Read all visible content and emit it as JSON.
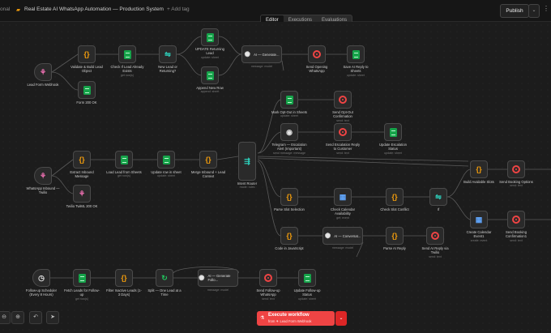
{
  "header": {
    "crumb_left": "onal",
    "project_icon": "folder-icon",
    "title": "Real Estate AI WhatsApp Automation — Production System",
    "add_tag": "+ Add tag",
    "tabs": [
      "Editor",
      "Executions",
      "Evaluations"
    ],
    "publish": "Publish"
  },
  "nodes": [
    {
      "id": "n1",
      "icon": "pink",
      "label": "Lead Form Webhook",
      "sub": ""
    },
    {
      "id": "n2",
      "icon": "braces",
      "label": "Validate & Build Lead Object",
      "sub": ""
    },
    {
      "id": "n3",
      "icon": "sheet",
      "label": "Check If Lead Already Exists",
      "sub": "get row(s)"
    },
    {
      "id": "n4",
      "icon": "switch",
      "label": "New Lead or Returning?",
      "sub": ""
    },
    {
      "id": "n5",
      "icon": "sheet",
      "label": "UPDATE Returning Lead",
      "sub": "update: sheet"
    },
    {
      "id": "n6",
      "icon": "sheet",
      "label": "Append New Row",
      "sub": "append: sheet"
    },
    {
      "id": "n7",
      "icon": "ai",
      "label": "AI — Generate...",
      "sub": "message: model"
    },
    {
      "id": "n8",
      "icon": "target",
      "label": "Send Opening WhatsApp",
      "sub": ""
    },
    {
      "id": "n9",
      "icon": "sheet",
      "label": "Save AI Reply to Sheets",
      "sub": "update: sheet"
    },
    {
      "id": "n10",
      "icon": "sheet",
      "label": "Form 200 OK",
      "sub": ""
    },
    {
      "id": "n11",
      "icon": "sheet",
      "label": "Mark Opt-Out in Sheets",
      "sub": "update: sheet"
    },
    {
      "id": "n12",
      "icon": "target",
      "label": "Send Opt-Out Confirmation",
      "sub": "send: text"
    },
    {
      "id": "n13",
      "icon": "ai",
      "label": "Telegram — Escalation Alert (Important)",
      "sub": "send message: message"
    },
    {
      "id": "n14",
      "icon": "target",
      "label": "Send Escalation Reply to Customer",
      "sub": "send: text"
    },
    {
      "id": "n15",
      "icon": "sheet",
      "label": "Update Escalation Status",
      "sub": "update: sheet"
    },
    {
      "id": "n16",
      "icon": "pink",
      "label": "WhatsApp Inbound — Twilio",
      "sub": ""
    },
    {
      "id": "n17",
      "icon": "braces",
      "label": "Extract Inbound Message",
      "sub": ""
    },
    {
      "id": "n18",
      "icon": "sheet",
      "label": "Load Lead from Sheets",
      "sub": "get row(s)"
    },
    {
      "id": "n19",
      "icon": "sheet",
      "label": "Update row in sheet",
      "sub": "update: sheet"
    },
    {
      "id": "n20",
      "icon": "braces",
      "label": "Merge Inbound + Lead Context",
      "sub": ""
    },
    {
      "id": "n21",
      "icon": "switch",
      "label": "Intent Router",
      "sub": "mode: rules"
    },
    {
      "id": "n22",
      "icon": "pink",
      "label": "Twilio TwiML 200 OK",
      "sub": ""
    },
    {
      "id": "n23",
      "icon": "braces",
      "label": "Parse Slot Selection",
      "sub": ""
    },
    {
      "id": "n24",
      "icon": "cal",
      "label": "Check Calendar Availability",
      "sub": "get: event"
    },
    {
      "id": "n25",
      "icon": "braces",
      "label": "Check Slot Conflict",
      "sub": ""
    },
    {
      "id": "n26",
      "icon": "switch",
      "label": "If",
      "sub": ""
    },
    {
      "id": "n27",
      "icon": "braces",
      "label": "Build Available Slots",
      "sub": ""
    },
    {
      "id": "n28",
      "icon": "target",
      "label": "Send Booking Options",
      "sub": "send: text"
    },
    {
      "id": "n29",
      "icon": "cal",
      "label": "Create Calendar Event1",
      "sub": "create: event"
    },
    {
      "id": "n30",
      "icon": "target",
      "label": "Send Booking Confirmation1",
      "sub": "send: text"
    },
    {
      "id": "n31",
      "icon": "braces",
      "label": "Code in JavaScript",
      "sub": ""
    },
    {
      "id": "n32",
      "icon": "ai",
      "label": "AI — Conversat...",
      "sub": "message: model"
    },
    {
      "id": "n33",
      "icon": "braces",
      "label": "Parse AI Reply",
      "sub": ""
    },
    {
      "id": "n34",
      "icon": "target",
      "label": "Send AI Reply via Twilio",
      "sub": "send: text"
    },
    {
      "id": "n35",
      "icon": "clock",
      "label": "Follow-up Scheduler (Every 8 Hours)",
      "sub": ""
    },
    {
      "id": "n36",
      "icon": "sheet",
      "label": "Fetch Leads for Follow-up",
      "sub": "get row(s)"
    },
    {
      "id": "n37",
      "icon": "braces",
      "label": "Filter Inactive Leads (1-3 Days)",
      "sub": ""
    },
    {
      "id": "n38",
      "icon": "loop",
      "label": "Split — One Lead at a Time",
      "sub": ""
    },
    {
      "id": "n39",
      "icon": "ai",
      "label": "AI — Generate Follo...",
      "sub": "message: model"
    },
    {
      "id": "n40",
      "icon": "target",
      "label": "Send Follow-up WhatsApp",
      "sub": "send: text"
    },
    {
      "id": "n41",
      "icon": "sheet",
      "label": "Update Follow-up Status",
      "sub": "update: sheet"
    }
  ],
  "toolbar": {
    "zoom_in": "zoom-in-icon",
    "zoom_out": "zoom-out-icon",
    "undo": "undo-icon",
    "pointer": "pointer-icon"
  },
  "execute": {
    "label": "Execute workflow",
    "from": "from",
    "trigger": "Lead Form Webhook"
  },
  "colors": {
    "accent": "#ef4444",
    "sheet": "#16a34a",
    "code": "#f59e0b",
    "switch": "#2dd4bf",
    "trigger": "#f472b6"
  }
}
